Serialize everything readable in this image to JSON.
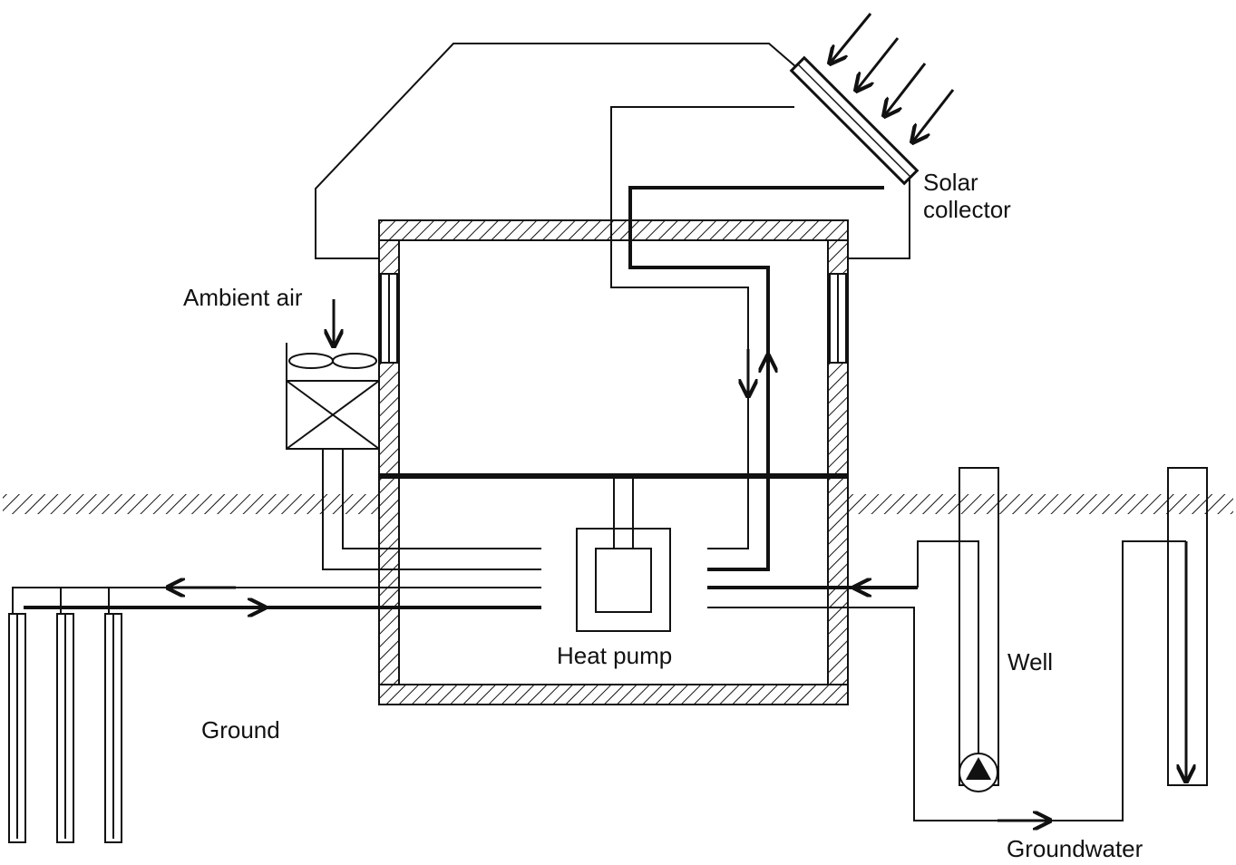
{
  "labels": {
    "solar_line1": "Solar",
    "solar_line2": "collector",
    "ambient_air": "Ambient air",
    "heat_pump": "Heat pump",
    "well": "Well",
    "ground": "Ground",
    "groundwater": "Groundwater"
  },
  "colors": {
    "line": "#111111",
    "background": "#ffffff"
  },
  "icons": [
    "fan-icon",
    "pump-icon",
    "arrow-icon"
  ]
}
